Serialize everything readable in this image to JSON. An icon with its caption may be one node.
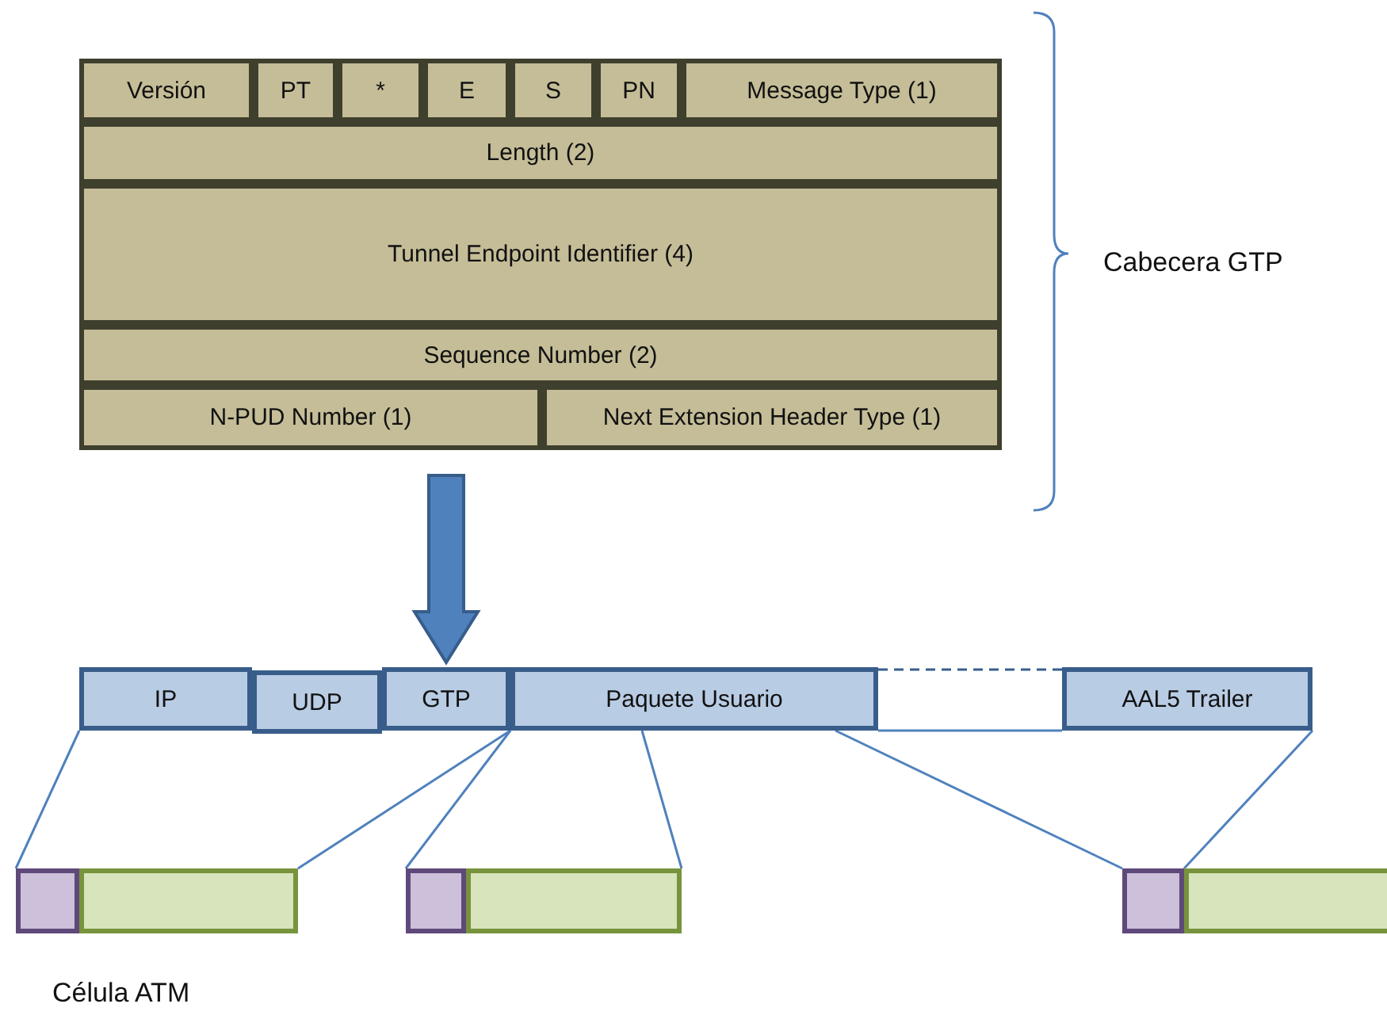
{
  "diagram": {
    "nodes": [
      {
        "text": [],
        "shape": "box"
      },
      {
        "text": [
          "Versión"
        ],
        "in": 0
      },
      {
        "text": [
          "PT"
        ],
        "in": 0
      },
      {
        "text": [
          "*"
        ],
        "in": 0
      },
      {
        "text": [
          "E"
        ],
        "in": 0
      },
      {
        "text": [
          "S"
        ],
        "in": 0
      },
      {
        "text": [
          "PN"
        ],
        "in": 0
      },
      {
        "text": [
          "Message Type (1)"
        ],
        "in": 0
      },
      {
        "text": [
          "Length (2)"
        ],
        "in": 0
      },
      {
        "text": [
          "Tunnel Endpoint Identifier (4)"
        ],
        "in": 0
      },
      {
        "text": [
          "Sequence Number (2)"
        ],
        "in": 0
      },
      {
        "text": [
          "N-PUD Number (1)"
        ],
        "in": 0
      },
      {
        "text": [
          "Next Extension Header Type (1)"
        ],
        "in": 0
      },
      {
        "text": [
          "IP"
        ]
      },
      {
        "text": [
          "UDP"
        ]
      },
      {
        "text": [
          "GTP"
        ]
      },
      {
        "text": [
          "Paquete Usuario"
        ]
      },
      {
        "text": [
          "AAL5 Trailer"
        ]
      },
      {
        "text": [],
        "shape": "box"
      },
      {
        "text": [],
        "shape": "box"
      },
      {
        "text": [],
        "shape": "box"
      },
      {
        "text": [],
        "shape": "box"
      },
      {
        "text": [],
        "shape": "box"
      },
      {
        "text": [],
        "shape": "box"
      }
    ],
    "edges": [
      {
        "from": 0,
        "to": 15,
        "arrow": "to",
        "style": "thick"
      },
      {
        "from": 13,
        "to": 18,
        "arrow": "none"
      },
      {
        "from": 16,
        "to": 19,
        "arrow": "none"
      },
      {
        "from": 16,
        "to": 20,
        "arrow": "none"
      },
      {
        "from": 16,
        "to": 21,
        "arrow": "none"
      },
      {
        "from": 16,
        "to": 22,
        "arrow": "none"
      },
      {
        "from": 17,
        "to": 23,
        "arrow": "none"
      }
    ],
    "labels": [
      "Cabecera GTP",
      "Célula ATM"
    ]
  }
}
